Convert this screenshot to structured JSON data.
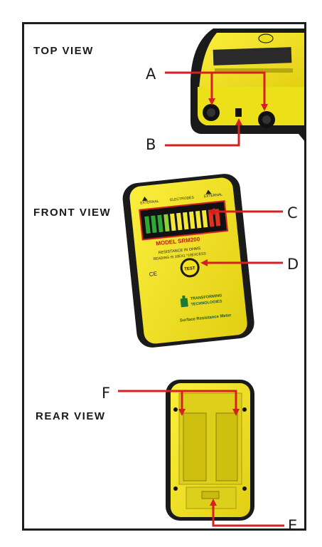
{
  "views": {
    "top": "TOP VIEW",
    "front": "FRONT VIEW",
    "rear": "REAR VIEW"
  },
  "callouts": [
    "A",
    "B",
    "C",
    "D",
    "E",
    "F"
  ],
  "device": {
    "model": "MODEL SRM200",
    "line1": "RESISTANCE IN OHMS",
    "line2": "READING IS 10EX1 *10EXCESS",
    "test_button": "TEST",
    "brand_line1": "TRANSFORMING",
    "brand_line2": "TECHNOLOGIES",
    "product": "Surface Resistance Meter",
    "ce_mark": "CE",
    "jack_left": "EXTERNAL",
    "jack_mid": "ELECTRODES",
    "jack_right": "EXTERNAL"
  },
  "colors": {
    "body_yellow": "#f3e21c",
    "rubber_black": "#1a1a1a",
    "arrow_red": "#d42020",
    "led_red": "#e0301e",
    "led_green": "#2fa83a",
    "led_yellow": "#f2e63a"
  },
  "icons": [
    "brand-logo-icon"
  ]
}
